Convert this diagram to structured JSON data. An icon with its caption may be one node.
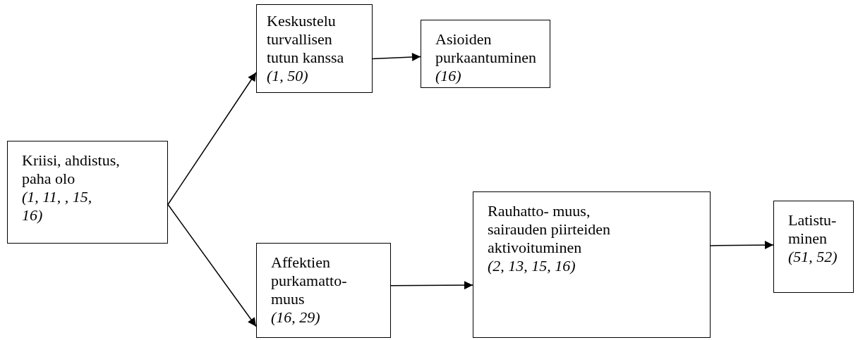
{
  "diagram": {
    "nodes": [
      {
        "text": [
          "Kriisi, ahdistus, paha olo",
          "(1, 11, , 15, 16)"
        ]
      },
      {
        "text": [
          "Keskustelu turvallisen tutun kanssa",
          "(1, 50)"
        ]
      },
      {
        "text": [
          "Asioiden purkaantuminen",
          "(16)"
        ]
      },
      {
        "text": [
          "Affektien purkamatto- muus",
          "(16, 29)"
        ]
      },
      {
        "text": [
          "Rauhatto- muus, sairauden piirteiden aktivoituminen",
          "(2, 13, 15, 16)"
        ]
      },
      {
        "text": [
          "Latistu- minen",
          "(51, 52)"
        ]
      }
    ],
    "edges": [
      {
        "from": 0,
        "to": 1,
        "arrow": "to"
      },
      {
        "from": 0,
        "to": 3,
        "arrow": "to"
      },
      {
        "from": 1,
        "to": 2,
        "arrow": "to"
      },
      {
        "from": 3,
        "to": 4,
        "arrow": "to"
      },
      {
        "from": 4,
        "to": 5,
        "arrow": "to"
      }
    ]
  }
}
